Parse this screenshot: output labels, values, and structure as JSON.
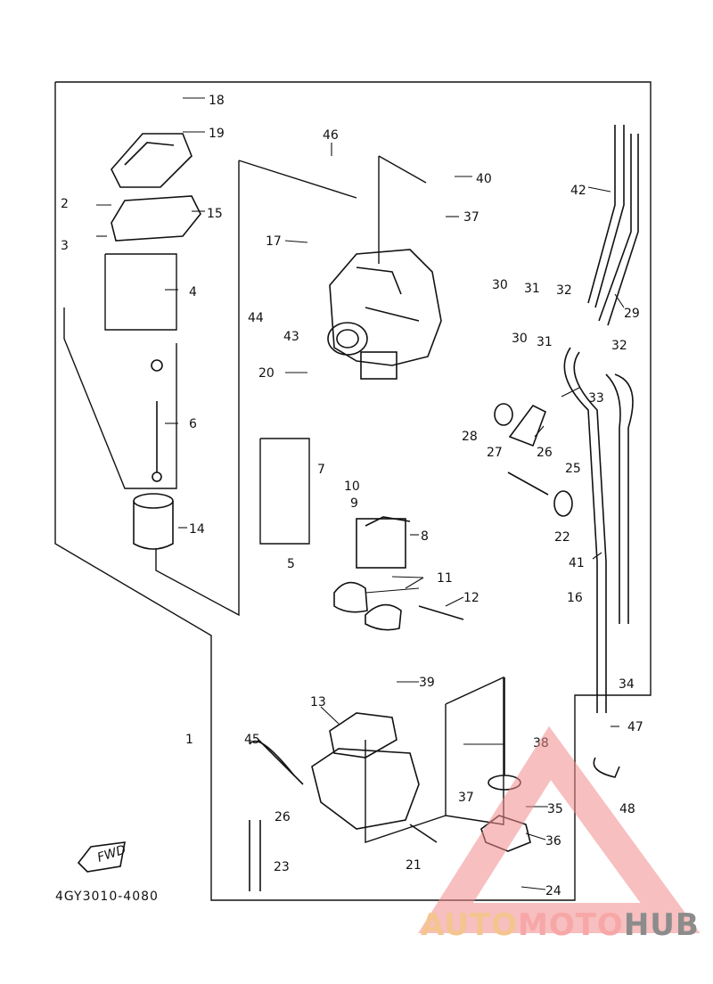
{
  "diagram": {
    "drawing_code": "4GY3010-4080",
    "fwd_label": "FWD",
    "parts": [
      "1",
      "2",
      "3",
      "4",
      "5",
      "6",
      "7",
      "8",
      "9",
      "10",
      "11",
      "12",
      "13",
      "14",
      "15",
      "16",
      "17",
      "18",
      "19",
      "20",
      "21",
      "22",
      "23",
      "24",
      "25",
      "26",
      "26",
      "27",
      "28",
      "29",
      "30",
      "30",
      "31",
      "31",
      "32",
      "32",
      "33",
      "34",
      "35",
      "36",
      "37",
      "37",
      "38",
      "39",
      "40",
      "41",
      "42",
      "43",
      "44",
      "45",
      "46",
      "47",
      "48"
    ]
  },
  "watermark": {
    "part1": "AUTO",
    "part2": "MOTO",
    "part3": "HUB",
    "triangle_color": "#f08a8a"
  }
}
